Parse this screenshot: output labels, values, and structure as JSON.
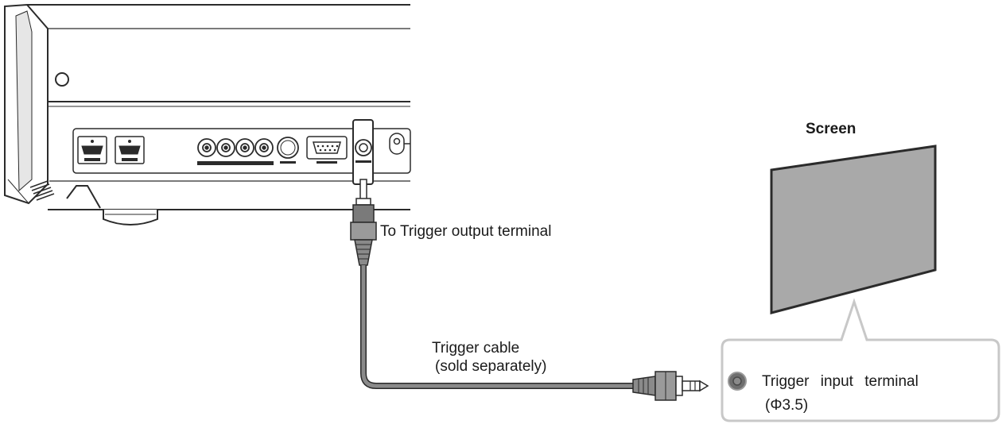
{
  "labels": {
    "screen": "Screen",
    "trigger_output": "To Trigger output terminal",
    "cable_line1": "Trigger cable",
    "cable_line2": "(sold separately)",
    "trigger_input": "Trigger input terminal",
    "trigger_input_size": "(Φ3.5)"
  },
  "icons": [
    "projector-illustration",
    "hdmi-port-icon",
    "rca-jack-icon",
    "svideo-port-icon",
    "serial-port-icon",
    "trigger-jack-icon",
    "mini-plug-icon",
    "screen-icon"
  ],
  "colors": {
    "line": "#2b2b2b",
    "cable": "#8a8a8a",
    "screen_fill": "#a9a9a9",
    "callout_border": "#c8c8c8"
  }
}
